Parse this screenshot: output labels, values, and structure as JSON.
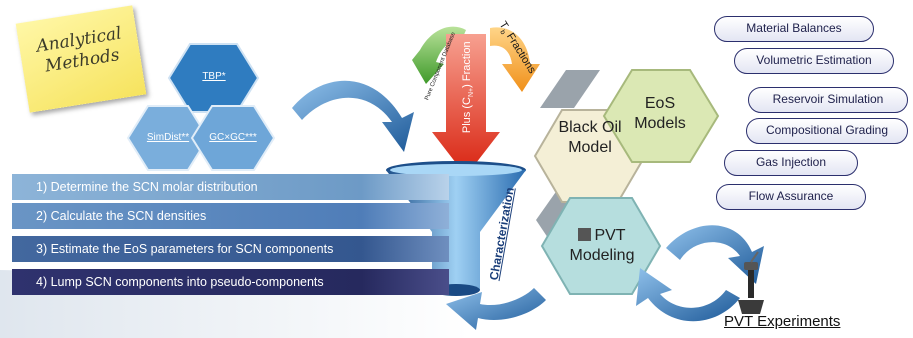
{
  "sticky_note": {
    "text": "Analytical Methods"
  },
  "analytical_methods": [
    "TBP*",
    "SimDist**",
    "GC×GC***"
  ],
  "arrows": {
    "pure_component": "Pure Component Database",
    "plus_fraction_prefix": "Plus (C",
    "plus_fraction_sub": "N+",
    "plus_fraction_suffix": ") Fraction",
    "tb_prefix": "T",
    "tb_sub": "b",
    "tb_suffix": " Fractions"
  },
  "funnel_label": "Characterization",
  "steps": [
    "1) Determine the SCN molar distribution",
    "2) Calculate the SCN densities",
    "3) Estimate the EoS parameters for SCN components",
    "4) Lump SCN components into pseudo-components"
  ],
  "models": {
    "black_oil": "Black Oil Model",
    "eos": "EoS Models",
    "pvt_modeling": "PVT Modeling"
  },
  "applications": [
    "Material Balances",
    "Volumetric Estimation",
    "Reservoir Simulation",
    "Compositional Grading",
    "Gas Injection",
    "Flow Assurance"
  ],
  "pvt_experiments": "PVT Experiments",
  "colors": {
    "step_1": "#7ea8cf",
    "step_2": "#5c88bd",
    "step_3": "#3a5f9c",
    "step_4": "#2d2f6b",
    "hex_top": "#2f7cc0",
    "hex_bottom": "#6ea6d8",
    "arrow_blue": "#2f6aa8",
    "arrow_red": "#e8301f",
    "arrow_orange": "#f5a21e",
    "arrow_green": "#56ad3a",
    "hex_cream": "#f4efd6",
    "hex_green": "#dbe8b4",
    "hex_teal": "#b6dede",
    "pill_border": "#2b2f6d"
  }
}
